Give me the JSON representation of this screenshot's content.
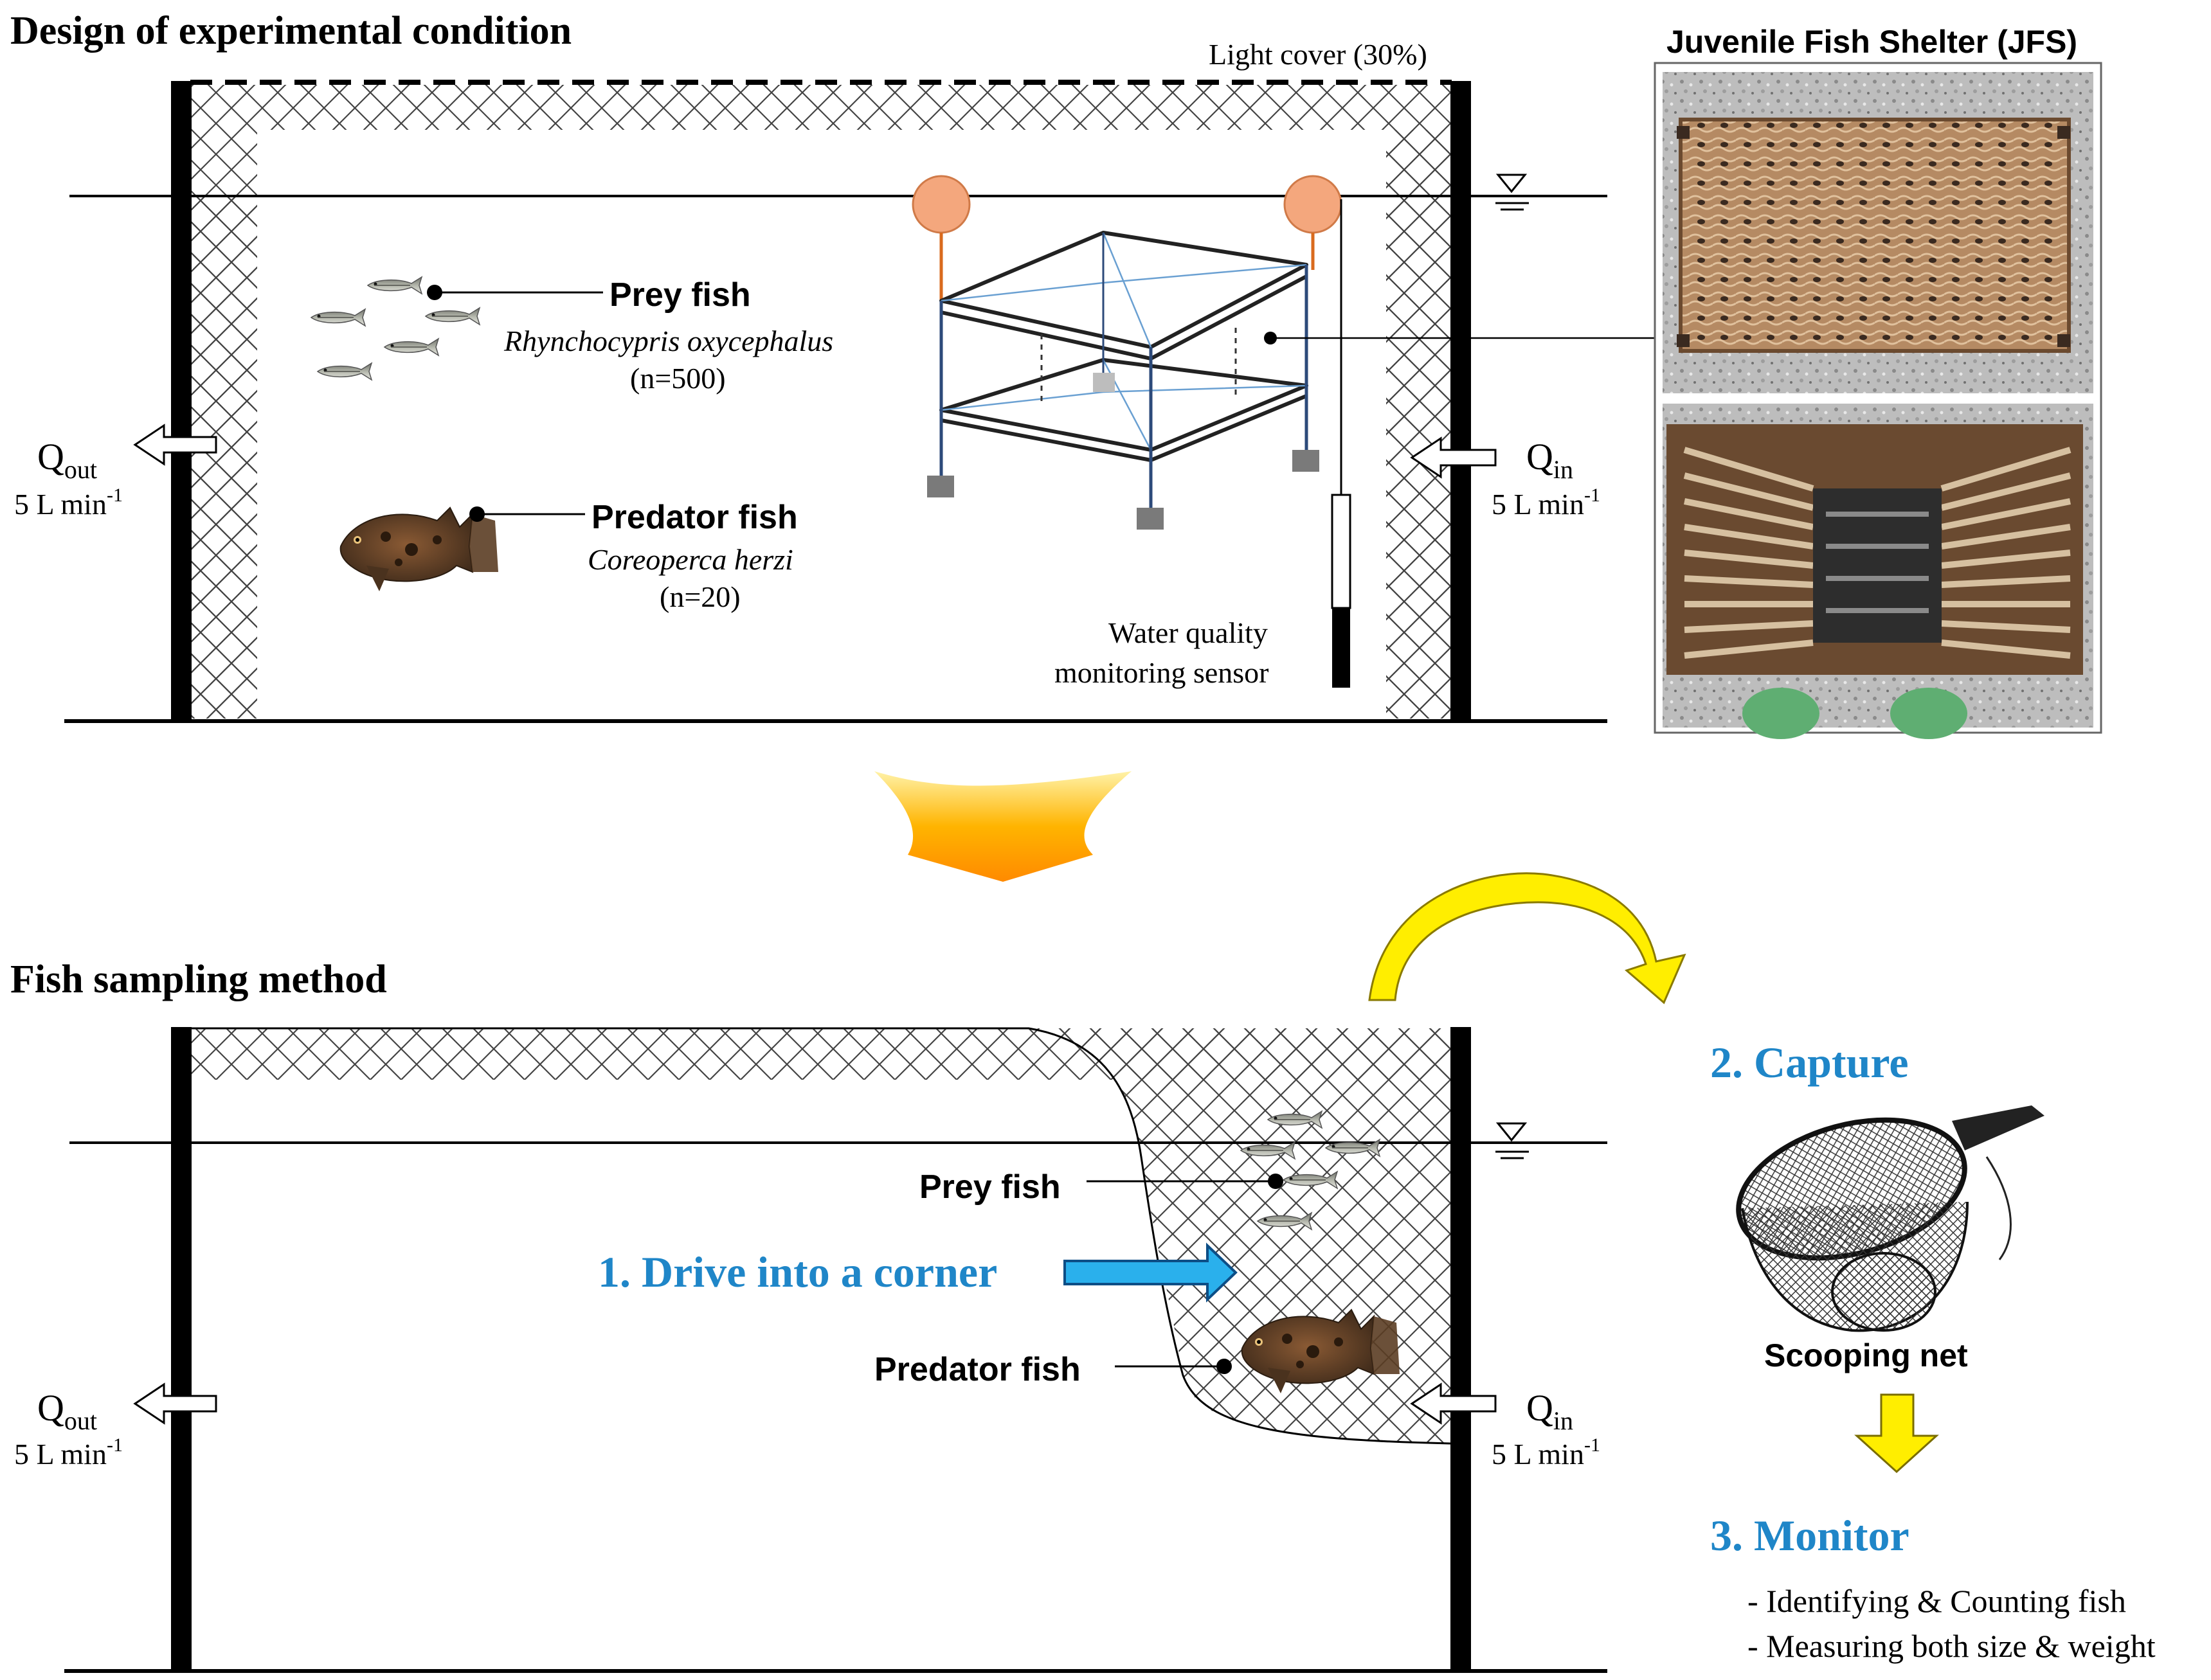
{
  "top": {
    "title": "Design of experimental condition",
    "light_cover": "Light cover (30%)",
    "prey": {
      "label": "Prey fish",
      "species": "Rhynchocypris oxycephalus",
      "count": "(n=500)"
    },
    "predator": {
      "label": "Predator fish",
      "species": "Coreoperca herzi",
      "count": "(n=20)"
    },
    "sensor": {
      "line1": "Water quality",
      "line2": "monitoring sensor"
    },
    "q_out": {
      "q": "Q",
      "sub": "out",
      "rate": "5 L min",
      "exp": "-1"
    },
    "q_in": {
      "q": "Q",
      "sub": "in",
      "rate": "5 L min",
      "exp": "-1"
    },
    "jfs_title": "Juvenile Fish Shelter (JFS)"
  },
  "bottom": {
    "title": "Fish sampling method",
    "prey_label": "Prey fish",
    "predator_label": "Predator fish",
    "step1": "1. Drive into a corner",
    "step2": "2. Capture",
    "net_label": "Scooping net",
    "step3": "3. Monitor",
    "bullet1": "- Identifying & Counting fish",
    "bullet2": "- Measuring both size & weight",
    "q_out": {
      "q": "Q",
      "sub": "out",
      "rate": "5 L min",
      "exp": "-1"
    },
    "q_in": {
      "q": "Q",
      "sub": "in",
      "rate": "5 L min",
      "exp": "-1"
    }
  },
  "colors": {
    "step_blue": "#1f86c8",
    "arrow_yellow": "#ffee00",
    "float_orange": "#f4a77d"
  }
}
